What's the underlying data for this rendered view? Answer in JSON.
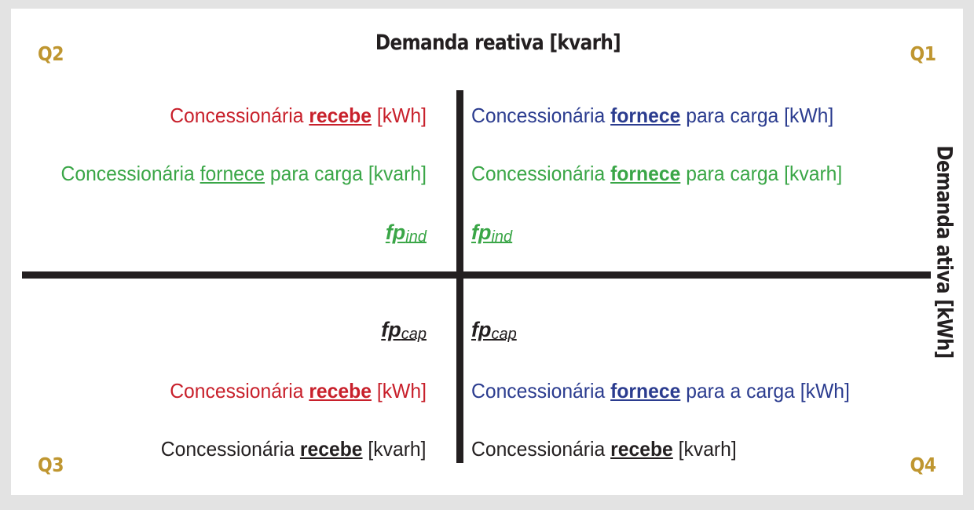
{
  "diagram": {
    "top_axis_title": "Demanda reativa [kvarh]",
    "right_axis_title": "Demanda ativa [kWh]",
    "colors": {
      "accent_label": "#bf9630",
      "red": "#c8202b",
      "blue": "#2b3c8f",
      "green": "#3aa647",
      "black": "#231f20",
      "page_background": "#e3e3e3",
      "panel_background": "#ffffff"
    },
    "quadrant_labels": {
      "q1": "Q1",
      "q2": "Q2",
      "q3": "Q3",
      "q4": "Q4"
    },
    "quadrants": {
      "q2": {
        "line1": {
          "prefix": "Concessionária ",
          "emphasis": "recebe",
          "suffix": " [kWh]"
        },
        "line2": {
          "prefix": "Concessionária ",
          "emphasis": "fornece",
          "suffix": " para carga [kvarh]"
        },
        "power_factor": {
          "base": "fp",
          "sub": "ind"
        }
      },
      "q1": {
        "line1": {
          "prefix": "Concessionária ",
          "emphasis": "fornece",
          "suffix": " para carga [kWh]"
        },
        "line2": {
          "prefix": "Concessionária ",
          "emphasis": "fornece",
          "suffix": " para carga [kvarh]"
        },
        "power_factor": {
          "base": "fp",
          "sub": "ind"
        }
      },
      "q3": {
        "power_factor": {
          "base": "fp",
          "sub": "cap"
        },
        "line1": {
          "prefix": "Concessionária ",
          "emphasis": "recebe",
          "suffix": " [kWh]"
        },
        "line2": {
          "prefix": "Concessionária ",
          "emphasis": "recebe",
          "suffix": " [kvarh]"
        }
      },
      "q4": {
        "power_factor": {
          "base": "fp",
          "sub": "cap"
        },
        "line1": {
          "prefix": "Concessionária ",
          "emphasis": "fornece",
          "suffix": " para a carga [kWh]"
        },
        "line2": {
          "prefix": "Concessionária ",
          "emphasis": "recebe",
          "suffix": " [kvarh]"
        }
      }
    }
  }
}
